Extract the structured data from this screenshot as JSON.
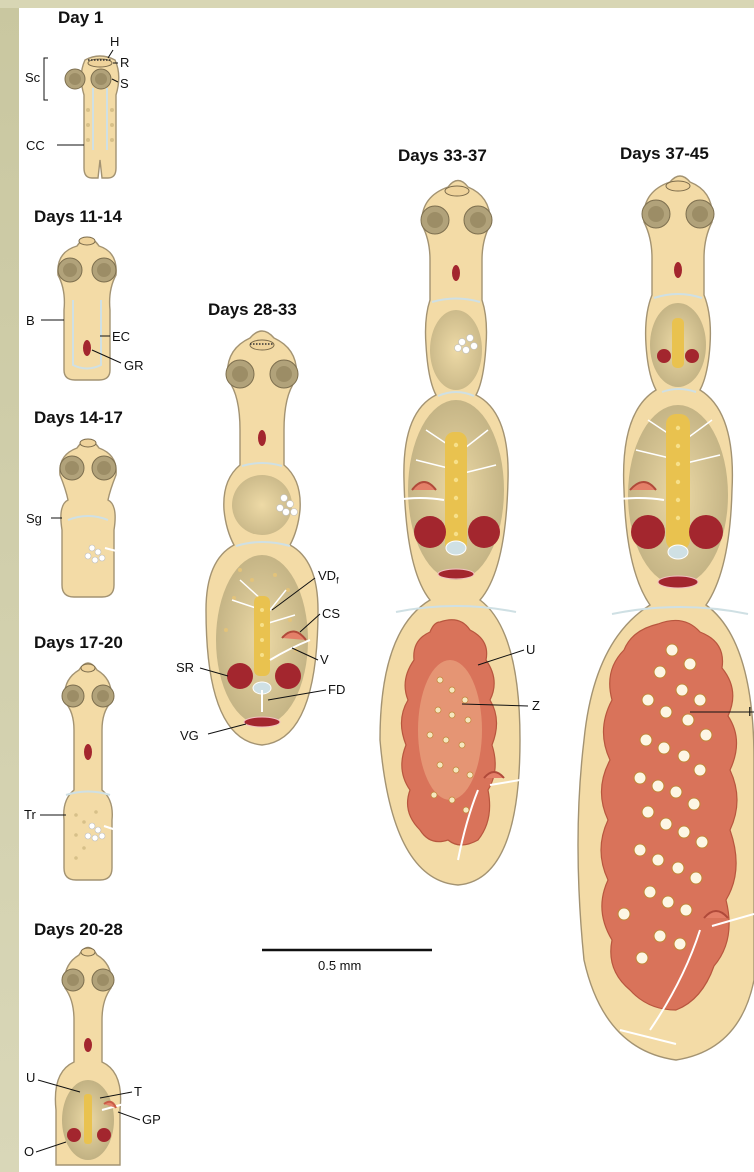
{
  "stages": [
    {
      "title": "Day 1",
      "labels": [
        "H",
        "R",
        "Sc",
        "S",
        "CC"
      ]
    },
    {
      "title": "Days 11-14",
      "labels": [
        "B",
        "EC",
        "GR"
      ]
    },
    {
      "title": "Days 14-17",
      "labels": [
        "Sg"
      ]
    },
    {
      "title": "Days 17-20",
      "labels": [
        "Tr"
      ]
    },
    {
      "title": "Days 20-28",
      "labels": [
        "U",
        "T",
        "GP",
        "O"
      ]
    },
    {
      "title": "Days 28-33",
      "labels": [
        "VD",
        "CS",
        "V",
        "SR",
        "FD",
        "VG"
      ]
    },
    {
      "title": "Days 33-37",
      "labels": [
        "U",
        "Z"
      ]
    },
    {
      "title": "Days 37-45",
      "labels": [
        "I"
      ]
    }
  ],
  "vd_subscript": "f",
  "scale_bar": {
    "label": "0.5 mm"
  },
  "colors": {
    "body": "#f3dba6",
    "outline": "#a39372",
    "inner": "#cfe0e4",
    "reproductive": "#e9c24f",
    "ovary": "#a3262e",
    "uterus": "#d9735a",
    "sucker": "#b1a27a"
  }
}
